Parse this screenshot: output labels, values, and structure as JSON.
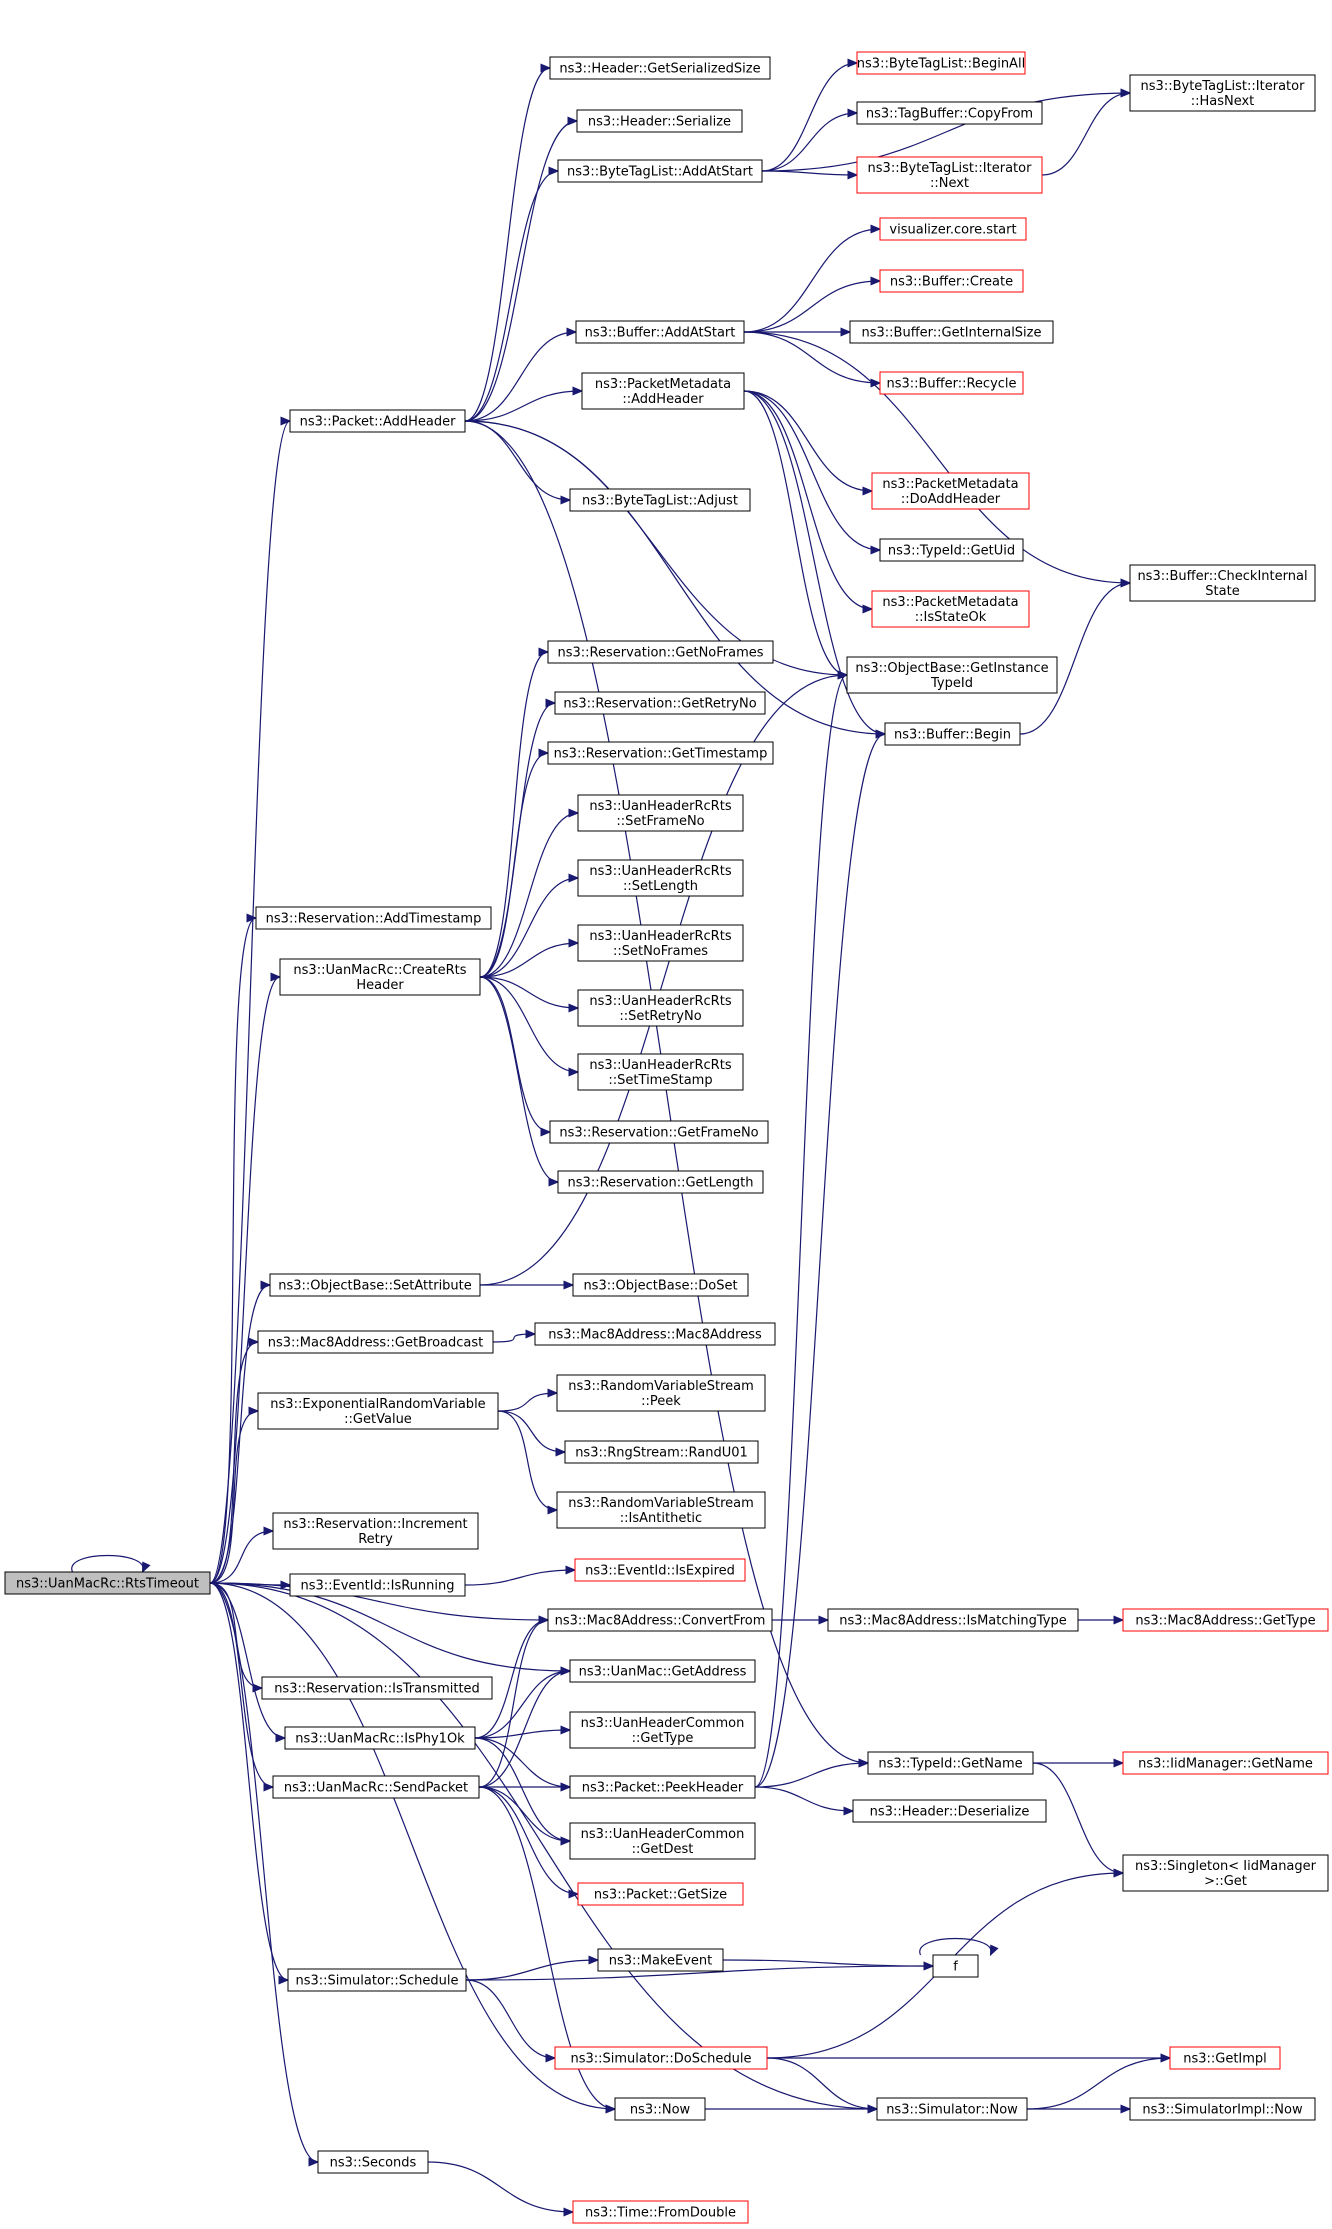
{
  "colors": {
    "edge": "#191970",
    "node_border": "#000000",
    "node_border_missing": "#ff0000",
    "root_fill": "#bfbfbf",
    "background": "#ffffff"
  },
  "nodes": [
    {
      "id": "root",
      "lines": [
        "ns3::UanMacRc::RtsTimeout"
      ],
      "style": "root"
    },
    {
      "id": "addHeader",
      "lines": [
        "ns3::Packet::AddHeader"
      ],
      "style": "normal"
    },
    {
      "id": "hdrGetSerSize",
      "lines": [
        "ns3::Header::GetSerializedSize"
      ],
      "style": "normal"
    },
    {
      "id": "hdrSerialize",
      "lines": [
        "ns3::Header::Serialize"
      ],
      "style": "normal"
    },
    {
      "id": "btlAddAtStart",
      "lines": [
        "ns3::ByteTagList::AddAtStart"
      ],
      "style": "normal"
    },
    {
      "id": "btlBeginAll",
      "lines": [
        "ns3::ByteTagList::BeginAll"
      ],
      "style": "red"
    },
    {
      "id": "tbCopyFrom",
      "lines": [
        "ns3::TagBuffer::CopyFrom"
      ],
      "style": "normal"
    },
    {
      "id": "btlIterNext",
      "lines": [
        "ns3::ByteTagList::Iterator",
        "::Next"
      ],
      "style": "red"
    },
    {
      "id": "btlIterHasNext",
      "lines": [
        "ns3::ByteTagList::Iterator",
        "::HasNext"
      ],
      "style": "normal"
    },
    {
      "id": "vizStart",
      "lines": [
        "visualizer.core.start"
      ],
      "style": "red"
    },
    {
      "id": "bufCreate",
      "lines": [
        "ns3::Buffer::Create"
      ],
      "style": "red"
    },
    {
      "id": "bufAddAtStart",
      "lines": [
        "ns3::Buffer::AddAtStart"
      ],
      "style": "normal"
    },
    {
      "id": "bufGetInternalSize",
      "lines": [
        "ns3::Buffer::GetInternalSize"
      ],
      "style": "normal"
    },
    {
      "id": "bufRecycle",
      "lines": [
        "ns3::Buffer::Recycle"
      ],
      "style": "red"
    },
    {
      "id": "pmAddHeader",
      "lines": [
        "ns3::PacketMetadata",
        "::AddHeader"
      ],
      "style": "normal"
    },
    {
      "id": "pmDoAddHeader",
      "lines": [
        "ns3::PacketMetadata",
        "::DoAddHeader"
      ],
      "style": "red"
    },
    {
      "id": "btlAdjust",
      "lines": [
        "ns3::ByteTagList::Adjust"
      ],
      "style": "normal"
    },
    {
      "id": "tidGetUid",
      "lines": [
        "ns3::TypeId::GetUid"
      ],
      "style": "normal"
    },
    {
      "id": "bufCheckInternal",
      "lines": [
        "ns3::Buffer::CheckInternal",
        "State"
      ],
      "style": "normal"
    },
    {
      "id": "pmIsStateOk",
      "lines": [
        "ns3::PacketMetadata",
        "::IsStateOk"
      ],
      "style": "red"
    },
    {
      "id": "obGetInstTid",
      "lines": [
        "ns3::ObjectBase::GetInstance",
        "TypeId"
      ],
      "style": "normal"
    },
    {
      "id": "bufBegin",
      "lines": [
        "ns3::Buffer::Begin"
      ],
      "style": "normal"
    },
    {
      "id": "resGetNoFrames",
      "lines": [
        "ns3::Reservation::GetNoFrames"
      ],
      "style": "normal"
    },
    {
      "id": "resGetRetryNo",
      "lines": [
        "ns3::Reservation::GetRetryNo"
      ],
      "style": "normal"
    },
    {
      "id": "resGetTimestamp",
      "lines": [
        "ns3::Reservation::GetTimestamp"
      ],
      "style": "normal"
    },
    {
      "id": "rcSetFrameNo",
      "lines": [
        "ns3::UanHeaderRcRts",
        "::SetFrameNo"
      ],
      "style": "normal"
    },
    {
      "id": "rcSetLength",
      "lines": [
        "ns3::UanHeaderRcRts",
        "::SetLength"
      ],
      "style": "normal"
    },
    {
      "id": "resAddTimestamp",
      "lines": [
        "ns3::Reservation::AddTimestamp"
      ],
      "style": "normal"
    },
    {
      "id": "createRts",
      "lines": [
        "ns3::UanMacRc::CreateRts",
        "Header"
      ],
      "style": "normal"
    },
    {
      "id": "rcSetNoFrames",
      "lines": [
        "ns3::UanHeaderRcRts",
        "::SetNoFrames"
      ],
      "style": "normal"
    },
    {
      "id": "rcSetRetryNo",
      "lines": [
        "ns3::UanHeaderRcRts",
        "::SetRetryNo"
      ],
      "style": "normal"
    },
    {
      "id": "rcSetTimeStamp",
      "lines": [
        "ns3::UanHeaderRcRts",
        "::SetTimeStamp"
      ],
      "style": "normal"
    },
    {
      "id": "resGetFrameNo",
      "lines": [
        "ns3::Reservation::GetFrameNo"
      ],
      "style": "normal"
    },
    {
      "id": "resGetLength",
      "lines": [
        "ns3::Reservation::GetLength"
      ],
      "style": "normal"
    },
    {
      "id": "obSetAttribute",
      "lines": [
        "ns3::ObjectBase::SetAttribute"
      ],
      "style": "normal"
    },
    {
      "id": "obDoSet",
      "lines": [
        "ns3::ObjectBase::DoSet"
      ],
      "style": "normal"
    },
    {
      "id": "m8GetBroadcast",
      "lines": [
        "ns3::Mac8Address::GetBroadcast"
      ],
      "style": "normal"
    },
    {
      "id": "m8Ctor",
      "lines": [
        "ns3::Mac8Address::Mac8Address"
      ],
      "style": "normal"
    },
    {
      "id": "expGetValue",
      "lines": [
        "ns3::ExponentialRandomVariable",
        "::GetValue"
      ],
      "style": "normal"
    },
    {
      "id": "rvsPeek",
      "lines": [
        "ns3::RandomVariableStream",
        "::Peek"
      ],
      "style": "normal"
    },
    {
      "id": "rngRandU01",
      "lines": [
        "ns3::RngStream::RandU01"
      ],
      "style": "normal"
    },
    {
      "id": "rvsIsAntithetic",
      "lines": [
        "ns3::RandomVariableStream",
        "::IsAntithetic"
      ],
      "style": "normal"
    },
    {
      "id": "resIncrRetry",
      "lines": [
        "ns3::Reservation::Increment",
        "Retry"
      ],
      "style": "normal"
    },
    {
      "id": "evIsRunning",
      "lines": [
        "ns3::EventId::IsRunning"
      ],
      "style": "normal"
    },
    {
      "id": "evIsExpired",
      "lines": [
        "ns3::EventId::IsExpired"
      ],
      "style": "red"
    },
    {
      "id": "m8ConvertFrom",
      "lines": [
        "ns3::Mac8Address::ConvertFrom"
      ],
      "style": "normal"
    },
    {
      "id": "m8IsMatchingType",
      "lines": [
        "ns3::Mac8Address::IsMatchingType"
      ],
      "style": "normal"
    },
    {
      "id": "m8GetType",
      "lines": [
        "ns3::Mac8Address::GetType"
      ],
      "style": "red"
    },
    {
      "id": "uanGetAddress",
      "lines": [
        "ns3::UanMac::GetAddress"
      ],
      "style": "normal"
    },
    {
      "id": "resIsTransmitted",
      "lines": [
        "ns3::Reservation::IsTransmitted"
      ],
      "style": "normal"
    },
    {
      "id": "isPhy1Ok",
      "lines": [
        "ns3::UanMacRc::IsPhy1Ok"
      ],
      "style": "normal"
    },
    {
      "id": "hcGetType",
      "lines": [
        "ns3::UanHeaderCommon",
        "::GetType"
      ],
      "style": "normal"
    },
    {
      "id": "sendPacket",
      "lines": [
        "ns3::UanMacRc::SendPacket"
      ],
      "style": "normal"
    },
    {
      "id": "peekHeader",
      "lines": [
        "ns3::Packet::PeekHeader"
      ],
      "style": "normal"
    },
    {
      "id": "tidGetName",
      "lines": [
        "ns3::TypeId::GetName"
      ],
      "style": "normal"
    },
    {
      "id": "iidGetName",
      "lines": [
        "ns3::IidManager::GetName"
      ],
      "style": "red"
    },
    {
      "id": "hdrDeserialize",
      "lines": [
        "ns3::Header::Deserialize"
      ],
      "style": "normal"
    },
    {
      "id": "hcGetDest",
      "lines": [
        "ns3::UanHeaderCommon",
        "::GetDest"
      ],
      "style": "normal"
    },
    {
      "id": "pktGetSize",
      "lines": [
        "ns3::Packet::GetSize"
      ],
      "style": "red"
    },
    {
      "id": "singletonGet",
      "lines": [
        "ns3::Singleton< IidManager",
        " >::Get"
      ],
      "style": "normal"
    },
    {
      "id": "makeEvent",
      "lines": [
        "ns3::MakeEvent"
      ],
      "style": "normal"
    },
    {
      "id": "f",
      "lines": [
        "f"
      ],
      "style": "normal"
    },
    {
      "id": "simSchedule",
      "lines": [
        "ns3::Simulator::Schedule"
      ],
      "style": "normal"
    },
    {
      "id": "simDoSchedule",
      "lines": [
        "ns3::Simulator::DoSchedule"
      ],
      "style": "red"
    },
    {
      "id": "getImpl",
      "lines": [
        "ns3::GetImpl"
      ],
      "style": "red"
    },
    {
      "id": "now",
      "lines": [
        "ns3::Now"
      ],
      "style": "normal"
    },
    {
      "id": "simNow",
      "lines": [
        "ns3::Simulator::Now"
      ],
      "style": "normal"
    },
    {
      "id": "simImplNow",
      "lines": [
        "ns3::SimulatorImpl::Now"
      ],
      "style": "normal"
    },
    {
      "id": "seconds",
      "lines": [
        "ns3::Seconds"
      ],
      "style": "normal"
    },
    {
      "id": "timeFromDouble",
      "lines": [
        "ns3::Time::FromDouble"
      ],
      "style": "red"
    }
  ],
  "edges": [
    [
      "root",
      "root"
    ],
    [
      "root",
      "addHeader"
    ],
    [
      "root",
      "resAddTimestamp"
    ],
    [
      "root",
      "createRts"
    ],
    [
      "root",
      "obSetAttribute"
    ],
    [
      "root",
      "m8GetBroadcast"
    ],
    [
      "root",
      "expGetValue"
    ],
    [
      "root",
      "resIncrRetry"
    ],
    [
      "root",
      "evIsRunning"
    ],
    [
      "root",
      "m8ConvertFrom"
    ],
    [
      "root",
      "uanGetAddress"
    ],
    [
      "root",
      "resIsTransmitted"
    ],
    [
      "root",
      "isPhy1Ok"
    ],
    [
      "root",
      "sendPacket"
    ],
    [
      "root",
      "simSchedule"
    ],
    [
      "root",
      "now"
    ],
    [
      "root",
      "simNow"
    ],
    [
      "root",
      "seconds"
    ],
    [
      "addHeader",
      "hdrGetSerSize"
    ],
    [
      "addHeader",
      "hdrSerialize"
    ],
    [
      "addHeader",
      "btlAddAtStart"
    ],
    [
      "addHeader",
      "bufAddAtStart"
    ],
    [
      "addHeader",
      "pmAddHeader"
    ],
    [
      "addHeader",
      "btlAdjust"
    ],
    [
      "addHeader",
      "obGetInstTid"
    ],
    [
      "addHeader",
      "bufBegin"
    ],
    [
      "addHeader",
      "tidGetName"
    ],
    [
      "btlAddAtStart",
      "btlBeginAll"
    ],
    [
      "btlAddAtStart",
      "tbCopyFrom"
    ],
    [
      "btlAddAtStart",
      "btlIterNext"
    ],
    [
      "btlAddAtStart",
      "btlIterHasNext"
    ],
    [
      "btlIterNext",
      "btlIterHasNext"
    ],
    [
      "bufAddAtStart",
      "vizStart"
    ],
    [
      "bufAddAtStart",
      "bufCreate"
    ],
    [
      "bufAddAtStart",
      "bufGetInternalSize"
    ],
    [
      "bufAddAtStart",
      "bufRecycle"
    ],
    [
      "bufAddAtStart",
      "bufCheckInternal"
    ],
    [
      "pmAddHeader",
      "pmDoAddHeader"
    ],
    [
      "pmAddHeader",
      "tidGetUid"
    ],
    [
      "pmAddHeader",
      "pmIsStateOk"
    ],
    [
      "pmAddHeader",
      "obGetInstTid"
    ],
    [
      "pmAddHeader",
      "bufBegin"
    ],
    [
      "bufBegin",
      "bufCheckInternal"
    ],
    [
      "createRts",
      "resGetNoFrames"
    ],
    [
      "createRts",
      "resGetRetryNo"
    ],
    [
      "createRts",
      "resGetTimestamp"
    ],
    [
      "createRts",
      "rcSetFrameNo"
    ],
    [
      "createRts",
      "rcSetLength"
    ],
    [
      "createRts",
      "rcSetNoFrames"
    ],
    [
      "createRts",
      "rcSetRetryNo"
    ],
    [
      "createRts",
      "rcSetTimeStamp"
    ],
    [
      "createRts",
      "resGetFrameNo"
    ],
    [
      "createRts",
      "resGetLength"
    ],
    [
      "obSetAttribute",
      "obDoSet"
    ],
    [
      "obSetAttribute",
      "obGetInstTid"
    ],
    [
      "m8GetBroadcast",
      "m8Ctor"
    ],
    [
      "expGetValue",
      "rvsPeek"
    ],
    [
      "expGetValue",
      "rngRandU01"
    ],
    [
      "expGetValue",
      "rvsIsAntithetic"
    ],
    [
      "evIsRunning",
      "evIsExpired"
    ],
    [
      "m8ConvertFrom",
      "m8IsMatchingType"
    ],
    [
      "m8IsMatchingType",
      "m8GetType"
    ],
    [
      "isPhy1Ok",
      "m8ConvertFrom"
    ],
    [
      "isPhy1Ok",
      "uanGetAddress"
    ],
    [
      "isPhy1Ok",
      "hcGetType"
    ],
    [
      "isPhy1Ok",
      "peekHeader"
    ],
    [
      "isPhy1Ok",
      "hcGetDest"
    ],
    [
      "sendPacket",
      "m8ConvertFrom"
    ],
    [
      "sendPacket",
      "uanGetAddress"
    ],
    [
      "sendPacket",
      "peekHeader"
    ],
    [
      "sendPacket",
      "hcGetDest"
    ],
    [
      "sendPacket",
      "pktGetSize"
    ],
    [
      "sendPacket",
      "now"
    ],
    [
      "peekHeader",
      "obGetInstTid"
    ],
    [
      "peekHeader",
      "bufBegin"
    ],
    [
      "peekHeader",
      "tidGetName"
    ],
    [
      "peekHeader",
      "hdrDeserialize"
    ],
    [
      "tidGetName",
      "iidGetName"
    ],
    [
      "tidGetName",
      "singletonGet"
    ],
    [
      "simSchedule",
      "makeEvent"
    ],
    [
      "simSchedule",
      "f"
    ],
    [
      "simSchedule",
      "simDoSchedule"
    ],
    [
      "makeEvent",
      "f"
    ],
    [
      "f",
      "f"
    ],
    [
      "simDoSchedule",
      "singletonGet"
    ],
    [
      "simDoSchedule",
      "getImpl"
    ],
    [
      "simDoSchedule",
      "simNow"
    ],
    [
      "now",
      "simNow"
    ],
    [
      "simNow",
      "getImpl"
    ],
    [
      "simNow",
      "simImplNow"
    ],
    [
      "seconds",
      "timeFromDouble"
    ]
  ]
}
